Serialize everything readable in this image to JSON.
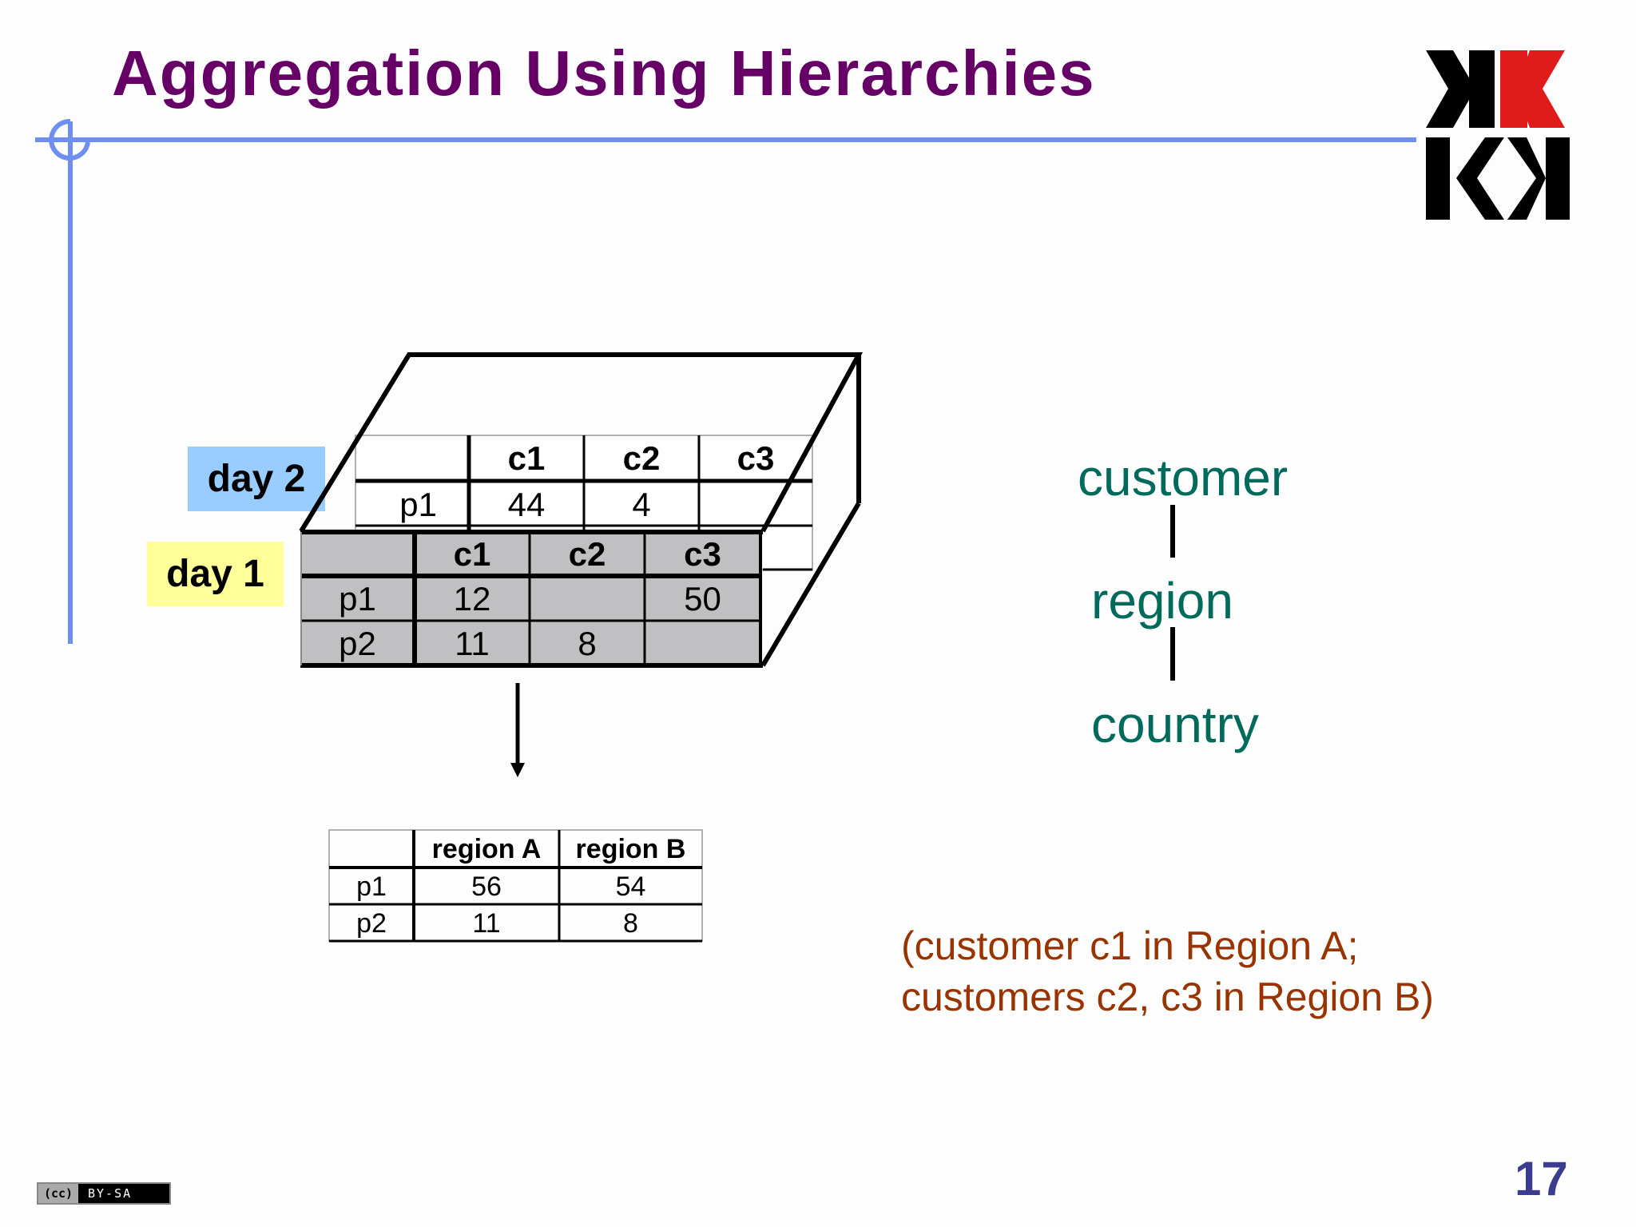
{
  "slide": {
    "title": "Aggregation Using Hierarchies",
    "page_number": "17",
    "license_badge": {
      "cc": "(cc)",
      "text": "BY-SA"
    },
    "colors": {
      "title": "#660066",
      "accent_line": "#6f8ff0",
      "hierarchy_text": "#006b5b",
      "note_text": "#993300",
      "page_number": "#3b3b8f",
      "day1_label_bg": "#ffff99",
      "day2_label_bg": "#99ccff",
      "front_face_bg": "#c0bfc2",
      "logo_red": "#e01b1b",
      "logo_black": "#000000"
    }
  },
  "cube": {
    "day2": {
      "label": "day 2",
      "columns": [
        "",
        "c1",
        "c2",
        "c3"
      ],
      "rows": [
        {
          "label": "p1",
          "values": [
            "44",
            "4",
            ""
          ]
        }
      ]
    },
    "day1": {
      "label": "day 1",
      "columns": [
        "",
        "c1",
        "c2",
        "c3"
      ],
      "rows": [
        {
          "label": "p1",
          "values": [
            "12",
            "",
            "50"
          ]
        },
        {
          "label": "p2",
          "values": [
            "11",
            "8",
            ""
          ]
        }
      ]
    }
  },
  "result_table": {
    "columns": [
      "",
      "region A",
      "region B"
    ],
    "rows": [
      {
        "label": "p1",
        "values": [
          "56",
          "54"
        ]
      },
      {
        "label": "p2",
        "values": [
          "11",
          "8"
        ]
      }
    ]
  },
  "hierarchy": {
    "levels": [
      "customer",
      "region",
      "country"
    ]
  },
  "note": {
    "line1": "(customer c1 in Region A;",
    "line2": "customers c2, c3 in Region B)"
  }
}
